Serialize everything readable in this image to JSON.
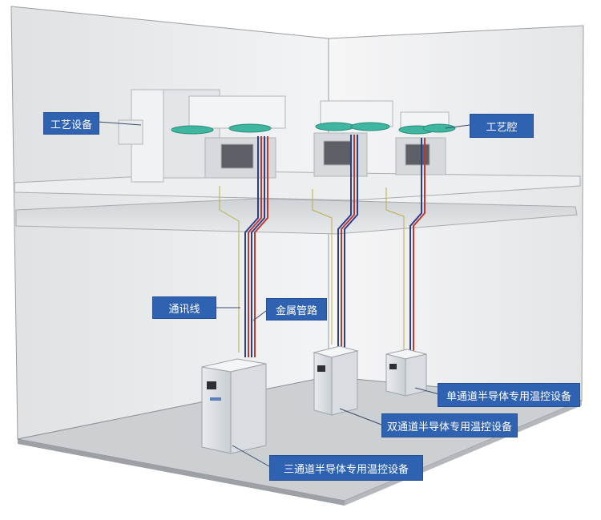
{
  "labels": {
    "process_equipment": "工艺设备",
    "process_chamber": "工艺腔",
    "communication_line": "通讯线",
    "metal_piping": "金属管路",
    "single_channel_unit": "单通道半导体专用温控设备",
    "dual_channel_unit": "双通道半导体专用温控设备",
    "triple_channel_unit": "三通道半导体专用温控设备"
  },
  "colors": {
    "callout_fill": "#2f63b2",
    "pipe_red": "#c0392b",
    "pipe_blue": "#2c3e8f",
    "comm_line": "#b9b04a",
    "chamber_teal": "#3fb6a0"
  }
}
